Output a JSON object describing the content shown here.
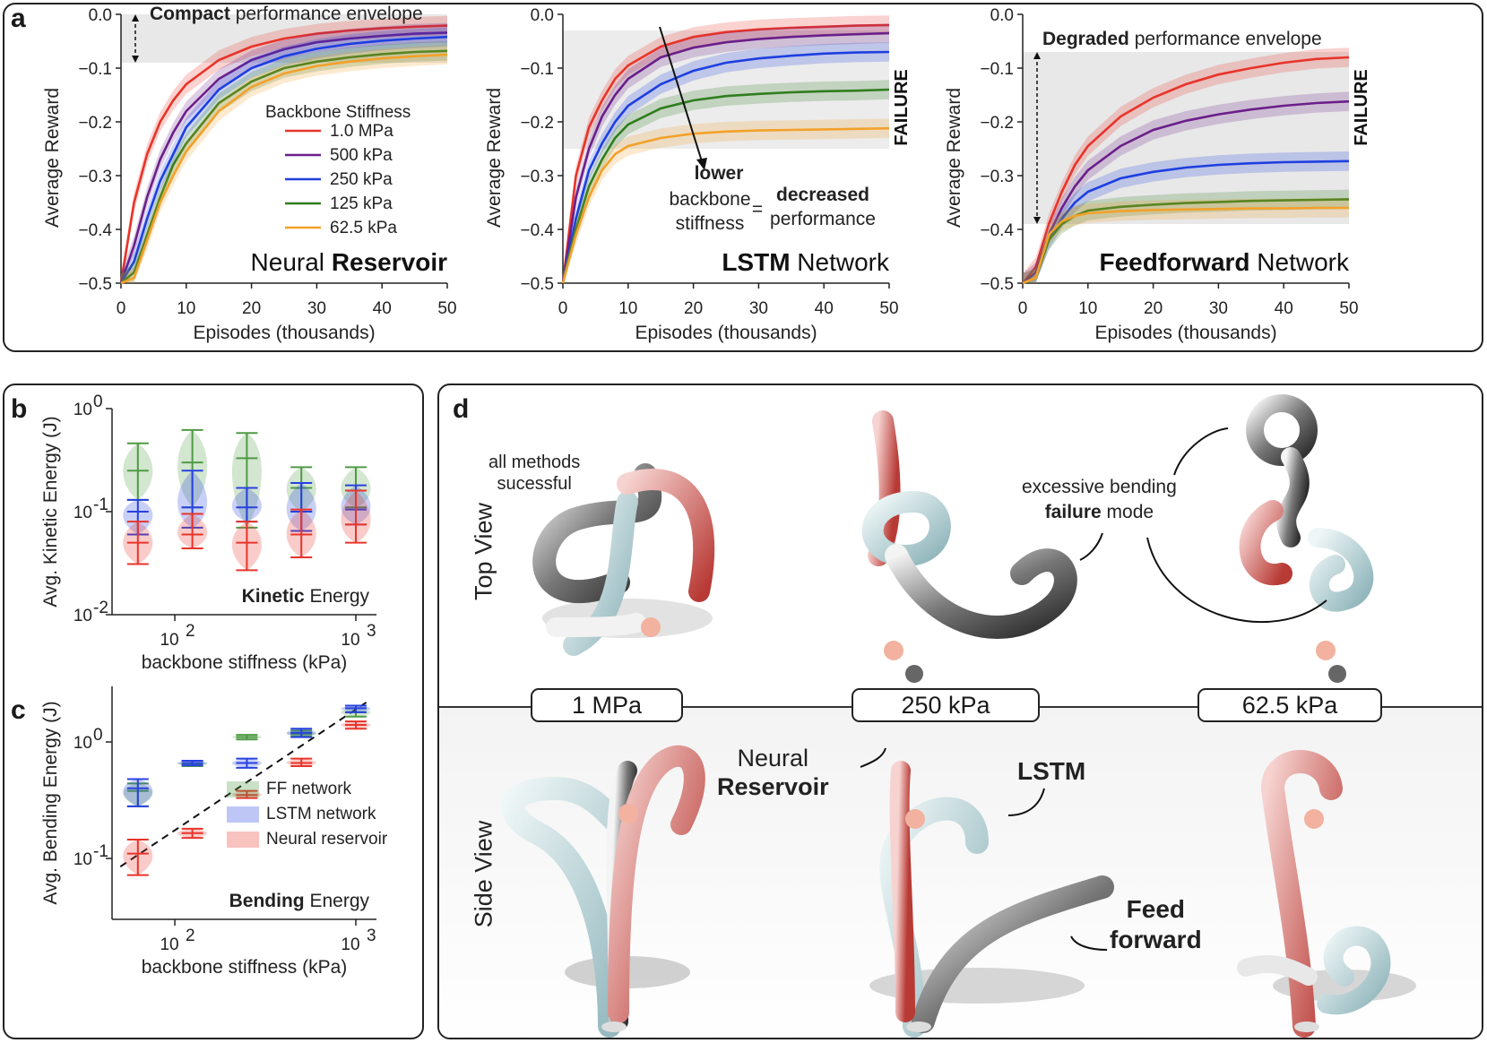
{
  "panels": {
    "a": "a",
    "b": "b",
    "c": "c",
    "d": "d"
  },
  "chart_data": [
    {
      "type": "line",
      "title": "Neural Reservoir",
      "title_parts": [
        "Neural ",
        "Reservoir"
      ],
      "xlabel": "Episodes (thousands)",
      "ylabel": "Average Reward",
      "xlim": [
        0,
        50
      ],
      "ylim": [
        -0.5,
        0.0
      ],
      "xticks": [
        "0",
        "10",
        "20",
        "30",
        "40",
        "50"
      ],
      "yticks": [
        "−0.5",
        "−0.4",
        "−0.3",
        "−0.2",
        "−0.1",
        "0.0"
      ],
      "envelope": {
        "label_bold": "Compact",
        "label_rest": " performance envelope",
        "band": [
          -0.09,
          0.0
        ]
      },
      "legend_title": "Backbone Stiffness",
      "x": [
        0,
        2,
        4,
        6,
        8,
        10,
        15,
        20,
        25,
        30,
        35,
        40,
        45,
        50
      ],
      "series": [
        {
          "name": "1.0 MPa",
          "color": "#e8342a",
          "values": [
            -0.5,
            -0.35,
            -0.26,
            -0.2,
            -0.16,
            -0.13,
            -0.085,
            -0.06,
            -0.045,
            -0.036,
            -0.03,
            -0.026,
            -0.023,
            -0.021
          ]
        },
        {
          "name": "500 kPa",
          "color": "#6b1f8a",
          "values": [
            -0.5,
            -0.43,
            -0.34,
            -0.27,
            -0.22,
            -0.18,
            -0.12,
            -0.085,
            -0.065,
            -0.052,
            -0.045,
            -0.04,
            -0.036,
            -0.034
          ]
        },
        {
          "name": "250 kPa",
          "color": "#1d3fe0",
          "values": [
            -0.5,
            -0.46,
            -0.38,
            -0.31,
            -0.26,
            -0.21,
            -0.14,
            -0.1,
            -0.078,
            -0.064,
            -0.055,
            -0.049,
            -0.045,
            -0.042
          ]
        },
        {
          "name": "125 kPa",
          "color": "#2f7d1f",
          "values": [
            -0.5,
            -0.48,
            -0.41,
            -0.34,
            -0.28,
            -0.24,
            -0.165,
            -0.125,
            -0.1,
            -0.088,
            -0.08,
            -0.074,
            -0.07,
            -0.068
          ]
        },
        {
          "name": "62.5 kPa",
          "color": "#f2a12a",
          "values": [
            -0.5,
            -0.49,
            -0.42,
            -0.35,
            -0.3,
            -0.255,
            -0.18,
            -0.135,
            -0.11,
            -0.096,
            -0.088,
            -0.082,
            -0.078,
            -0.075
          ]
        }
      ]
    },
    {
      "type": "line",
      "title": "LSTM Network",
      "title_parts": [
        "LSTM",
        " Network"
      ],
      "xlabel": "Episodes (thousands)",
      "ylabel": "Average Reward",
      "xlim": [
        0,
        50
      ],
      "ylim": [
        -0.5,
        0.0
      ],
      "xticks": [
        "0",
        "10",
        "20",
        "30",
        "40",
        "50"
      ],
      "yticks": [
        "−0.5",
        "−0.4",
        "−0.3",
        "−0.2",
        "−0.1",
        "0.0"
      ],
      "side_label": "FAILURE",
      "annotation": {
        "lower": "lower",
        "backbone": "backbone",
        "stiffness": "stiffness",
        "equals": "=",
        "decreased": "decreased",
        "performance": "performance"
      },
      "x": [
        0,
        2,
        4,
        6,
        8,
        10,
        15,
        20,
        25,
        30,
        35,
        40,
        45,
        50
      ],
      "series": [
        {
          "name": "1.0 MPa",
          "color": "#e8342a",
          "values": [
            -0.5,
            -0.3,
            -0.21,
            -0.16,
            -0.12,
            -0.095,
            -0.06,
            -0.042,
            -0.033,
            -0.028,
            -0.025,
            -0.023,
            -0.021,
            -0.02
          ]
        },
        {
          "name": "500 kPa",
          "color": "#6b1f8a",
          "values": [
            -0.5,
            -0.34,
            -0.25,
            -0.19,
            -0.15,
            -0.12,
            -0.08,
            -0.062,
            -0.052,
            -0.046,
            -0.042,
            -0.039,
            -0.037,
            -0.035
          ]
        },
        {
          "name": "250 kPa",
          "color": "#1d3fe0",
          "values": [
            -0.5,
            -0.38,
            -0.29,
            -0.24,
            -0.2,
            -0.17,
            -0.13,
            -0.105,
            -0.09,
            -0.082,
            -0.077,
            -0.073,
            -0.071,
            -0.07
          ]
        },
        {
          "name": "125 kPa",
          "color": "#2f7d1f",
          "values": [
            -0.5,
            -0.4,
            -0.32,
            -0.27,
            -0.23,
            -0.205,
            -0.175,
            -0.16,
            -0.152,
            -0.148,
            -0.145,
            -0.143,
            -0.142,
            -0.14
          ]
        },
        {
          "name": "62.5 kPa",
          "color": "#f2a12a",
          "values": [
            -0.5,
            -0.41,
            -0.34,
            -0.29,
            -0.26,
            -0.245,
            -0.23,
            -0.222,
            -0.218,
            -0.216,
            -0.215,
            -0.214,
            -0.213,
            -0.212
          ]
        }
      ]
    },
    {
      "type": "line",
      "title": "Feedforward Network",
      "title_parts": [
        "Feedforward",
        " Network"
      ],
      "xlabel": "Episodes (thousands)",
      "ylabel": "Average Reward",
      "xlim": [
        0,
        50
      ],
      "ylim": [
        -0.5,
        0.0
      ],
      "xticks": [
        "0",
        "10",
        "20",
        "30",
        "40",
        "50"
      ],
      "yticks": [
        "−0.5",
        "−0.4",
        "−0.3",
        "−0.2",
        "−0.1",
        "0.0"
      ],
      "side_label": "FAILURE",
      "envelope": {
        "label_bold": "Degraded",
        "label_rest": " performance envelope",
        "band": [
          -0.39,
          -0.07
        ]
      },
      "x": [
        0,
        2,
        4,
        6,
        8,
        10,
        15,
        20,
        25,
        30,
        35,
        40,
        45,
        50
      ],
      "series": [
        {
          "name": "1.0 MPa",
          "color": "#e8342a",
          "values": [
            -0.5,
            -0.47,
            -0.39,
            -0.33,
            -0.28,
            -0.245,
            -0.19,
            -0.155,
            -0.13,
            -0.112,
            -0.1,
            -0.09,
            -0.083,
            -0.08
          ]
        },
        {
          "name": "500 kPa",
          "color": "#6b1f8a",
          "values": [
            -0.5,
            -0.48,
            -0.41,
            -0.36,
            -0.32,
            -0.29,
            -0.245,
            -0.215,
            -0.198,
            -0.186,
            -0.177,
            -0.17,
            -0.165,
            -0.162
          ]
        },
        {
          "name": "250 kPa",
          "color": "#1d3fe0",
          "values": [
            -0.5,
            -0.49,
            -0.42,
            -0.38,
            -0.35,
            -0.33,
            -0.305,
            -0.293,
            -0.285,
            -0.28,
            -0.277,
            -0.275,
            -0.274,
            -0.273
          ]
        },
        {
          "name": "125 kPa",
          "color": "#2f7d1f",
          "values": [
            -0.5,
            -0.49,
            -0.42,
            -0.39,
            -0.375,
            -0.365,
            -0.358,
            -0.354,
            -0.351,
            -0.349,
            -0.347,
            -0.346,
            -0.345,
            -0.344
          ]
        },
        {
          "name": "62.5 kPa",
          "color": "#f2a12a",
          "values": [
            -0.5,
            -0.49,
            -0.41,
            -0.385,
            -0.375,
            -0.37,
            -0.366,
            -0.364,
            -0.363,
            -0.362,
            -0.361,
            -0.361,
            -0.36,
            -0.36
          ]
        }
      ]
    },
    {
      "type": "violin",
      "title": "Kinetic Energy",
      "title_parts": [
        "Kinetic",
        " Energy"
      ],
      "ylabel": "Avg. Kinetic Energy (J)",
      "xlabel": "backbone stiffness (kPa)",
      "xscale": "log",
      "yscale": "log",
      "xlim": [
        45,
        1300
      ],
      "ylim": [
        0.01,
        1.0
      ],
      "xticks": [
        "10",
        "2",
        "10",
        "3"
      ],
      "yticks": [
        "10",
        "-2",
        "10",
        "-1",
        "10",
        "0"
      ],
      "categories": [
        62.5,
        125,
        250,
        500,
        1000
      ],
      "series": [
        {
          "name": "FF network",
          "color": "#4f9a45",
          "min": [
            0.13,
            0.11,
            0.07,
            0.1,
            0.11
          ],
          "center": [
            0.25,
            0.3,
            0.33,
            0.17,
            0.16
          ],
          "max": [
            0.46,
            0.62,
            0.58,
            0.27,
            0.27
          ]
        },
        {
          "name": "LSTM network",
          "color": "#2742e0",
          "min": [
            0.06,
            0.07,
            0.08,
            0.065,
            0.075
          ],
          "center": [
            0.1,
            0.11,
            0.11,
            0.1,
            0.105
          ],
          "max": [
            0.13,
            0.25,
            0.17,
            0.19,
            0.18
          ]
        },
        {
          "name": "Neural reservoir",
          "color": "#e8342a",
          "min": [
            0.031,
            0.044,
            0.027,
            0.036,
            0.05
          ],
          "center": [
            0.05,
            0.06,
            0.05,
            0.06,
            0.075
          ],
          "max": [
            0.08,
            0.095,
            0.08,
            0.105,
            0.16
          ]
        }
      ]
    },
    {
      "type": "violin",
      "title": "Bending Energy",
      "title_parts": [
        "Bending",
        " Energy"
      ],
      "ylabel": "Avg. Bending Energy (J)",
      "xlabel": "backbone stiffness (kPa)",
      "xscale": "log",
      "yscale": "log",
      "xlim": [
        45,
        1300
      ],
      "ylim": [
        0.03,
        3.0
      ],
      "xticks": [
        "10",
        "2",
        "10",
        "3"
      ],
      "yticks": [
        "10",
        "-1",
        "10",
        "0"
      ],
      "categories": [
        62.5,
        125,
        250,
        500,
        1000
      ],
      "legend": [
        "FF network",
        "LSTM network",
        "Neural reservoir"
      ],
      "series": [
        {
          "name": "FF network",
          "color": "#4f9a45",
          "min": [
            0.28,
            0.62,
            1.05,
            1.12,
            1.65
          ],
          "center": [
            0.38,
            0.65,
            1.1,
            1.17,
            1.8
          ],
          "max": [
            0.44,
            0.69,
            1.15,
            1.25,
            1.95
          ]
        },
        {
          "name": "LSTM network",
          "color": "#2742e0",
          "min": [
            0.28,
            0.63,
            0.6,
            1.1,
            1.8
          ],
          "center": [
            0.4,
            0.66,
            0.66,
            1.2,
            1.95
          ],
          "max": [
            0.48,
            0.69,
            0.72,
            1.3,
            2.05
          ]
        },
        {
          "name": "Neural reservoir",
          "color": "#e8342a",
          "min": [
            0.072,
            0.15,
            0.33,
            0.62,
            1.3
          ],
          "center": [
            0.11,
            0.165,
            0.35,
            0.66,
            1.4
          ],
          "max": [
            0.145,
            0.18,
            0.38,
            0.72,
            1.5
          ]
        }
      ],
      "trend": {
        "x": [
          50,
          1200
        ],
        "y": [
          0.085,
          2.3
        ]
      }
    }
  ],
  "panel_d": {
    "top_view": "Top View",
    "side_view": "Side View",
    "stiffness_labels": [
      "1 MPa",
      "250 kPa",
      "62.5 kPa"
    ],
    "all_methods_1": "all methods",
    "all_methods_2": "sucessful",
    "excessive_1": "excessive bending",
    "excessive_2_bold": "failure",
    "excessive_2_rest": " mode",
    "neural": "Neural",
    "reservoir": "Reservoir",
    "lstm": "LSTM",
    "feed": "Feed",
    "forward": "forward"
  }
}
